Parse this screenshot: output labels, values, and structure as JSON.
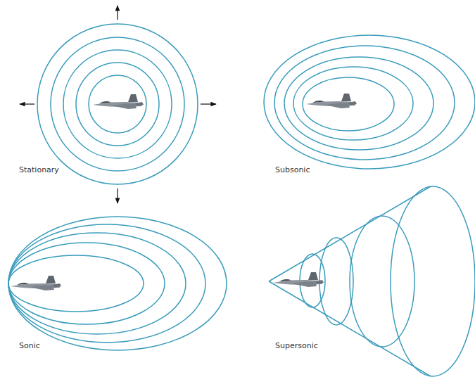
{
  "diagram": {
    "labels": [
      "Stationary",
      "Subsonic",
      "Sonic",
      "Supersonic"
    ]
  }
}
